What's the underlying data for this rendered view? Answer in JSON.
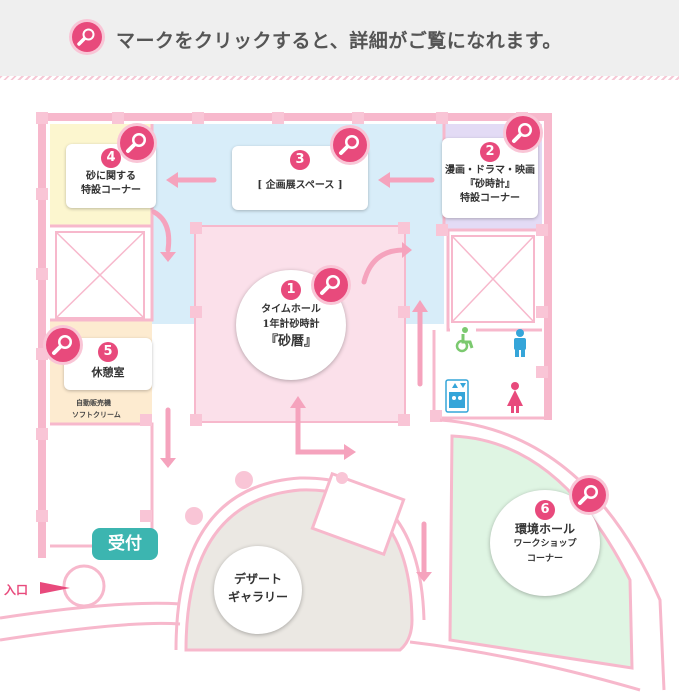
{
  "banner": {
    "text": "マークをクリックすると、詳細がご覧になれます。",
    "icon": "magnifier-icon"
  },
  "rooms": [
    {
      "number": "1",
      "line1": "タイムホール",
      "line2": "1年計砂時計",
      "line3": "『砂暦』"
    },
    {
      "number": "2",
      "line1": "漫画・ドラマ・映画",
      "line2": "『砂時計』",
      "line3": "特設コーナー"
    },
    {
      "number": "3",
      "line1": "[ 企画展スペース ]"
    },
    {
      "number": "4",
      "line1": "砂に関する",
      "line2": "特設コーナー"
    },
    {
      "number": "5",
      "line1": "休憩室",
      "sub1": "自動販売機",
      "sub2": "ソフトクリーム"
    },
    {
      "number": "6",
      "line1": "環境ホール",
      "line2": "ワークショップ",
      "line3": "コーナー"
    }
  ],
  "labels": {
    "reception": "受付",
    "entrance": "入口",
    "desert_gallery_1": "デザート",
    "desert_gallery_2": "ギャラリー"
  },
  "colors": {
    "accent": "#e84a7c",
    "wall": "#f7b8cc",
    "time_hall": "#fbe0ea",
    "exhibit_space": "#d8edf9",
    "corner_2": "#e3dbf5",
    "corner_4": "#fcf6cf",
    "rest_room": "#fdebd0",
    "environment_hall": "#dff5e3",
    "desert_gallery": "#ebe8e3",
    "reception": "#3cb5b0"
  }
}
